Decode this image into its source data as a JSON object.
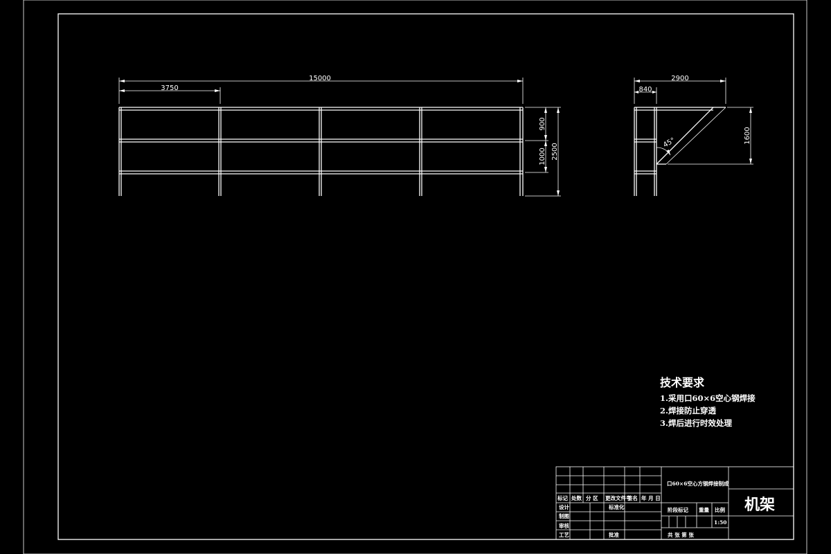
{
  "drawing": {
    "front_view": {
      "dims": {
        "overall_length": "15000",
        "bay_length": "3750",
        "upper_height": "900",
        "lower_height": "1000",
        "total_height": "2500"
      }
    },
    "side_view": {
      "dims": {
        "overall_width": "2900",
        "frame_width": "840",
        "bracket_height": "1600",
        "angle": "45°"
      }
    },
    "tech_requirements": {
      "title": "技术要求",
      "items": [
        "1.采用口60×6空心钢焊接",
        "2.焊接防止穿透",
        "3.焊后进行时效处理"
      ]
    },
    "title_block": {
      "material": "口60×6空心方钢焊接制成",
      "headers": [
        "标记",
        "处数",
        "分 区",
        "更改文件号",
        "签名",
        "年 月 日"
      ],
      "design": "设计",
      "standardize": "标准化",
      "draw": "制图",
      "review": "审核",
      "process": "工艺",
      "approve": "批准",
      "stage_mark": "阶段标记",
      "weight": "重量",
      "scale_label": "比例",
      "scale_value": "1:50",
      "sheets": "共 张 第 张",
      "part_name": "机架"
    }
  }
}
